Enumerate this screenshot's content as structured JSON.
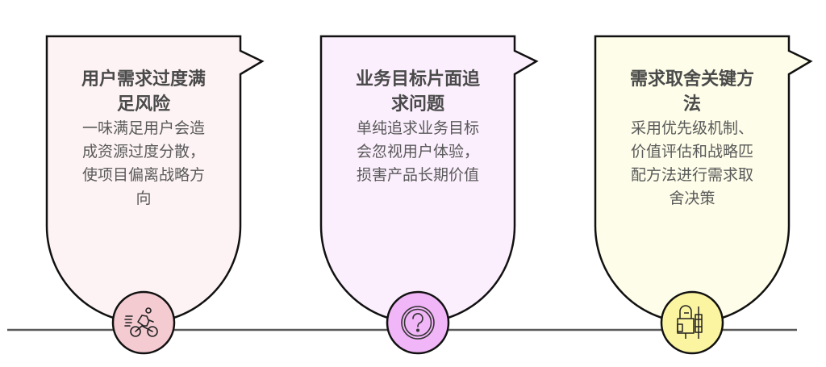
{
  "timeline": {
    "line_color": "#5a5a5a",
    "cards": [
      {
        "title": "用户需求过度满足风险",
        "title_lines": [
          "用户需求过度满",
          "足风险"
        ],
        "desc_lines": [
          "一味满足用户会造",
          "成资源过度分散，",
          "使项目偏离战略方",
          "向"
        ],
        "description": "一味满足用户会造成资源过度分散，使项目偏离战略方向",
        "fill": "#fdf3f4",
        "circle_fill": "#f5cbd2",
        "icon": "cyclist-icon"
      },
      {
        "title": "业务目标片面追求问题",
        "title_lines": [
          "业务目标片面追",
          "求问题"
        ],
        "desc_lines": [
          "单纯追求业务目标",
          "会忽视用户体验，",
          "损害产品长期价值"
        ],
        "description": "单纯追求业务目标会忽视用户体验，损害产品长期价值",
        "fill": "#fbeefd",
        "circle_fill": "#f1b6f7",
        "icon": "question-icon"
      },
      {
        "title": "需求取舍关键方法",
        "title_lines": [
          "需求取舍关键方",
          "法"
        ],
        "desc_lines": [
          "采用优先级机制、",
          "价值评估和战略匹",
          "配方法进行需求取",
          "舍决策"
        ],
        "description": "采用优先级机制、价值评估和战略匹配方法进行需求取舍决策",
        "fill": "#fefde9",
        "circle_fill": "#fbf4a0",
        "icon": "lock-plug-icon"
      }
    ]
  }
}
